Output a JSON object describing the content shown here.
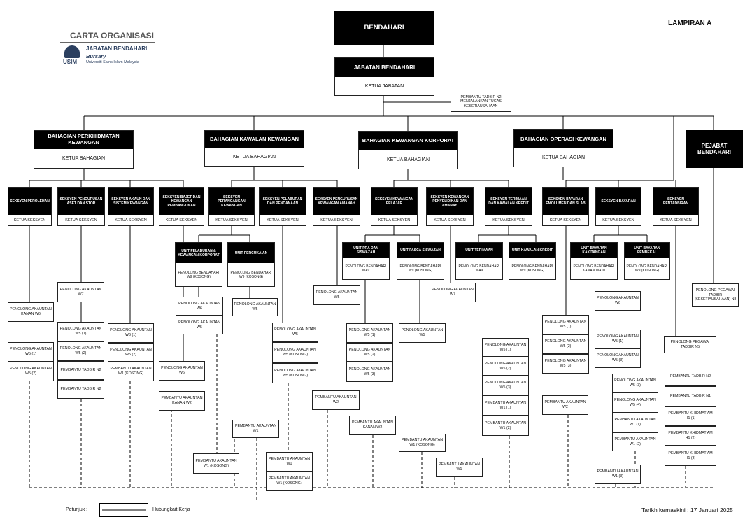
{
  "title": "CARTA ORGANISASI",
  "logo": {
    "mark": "USIM",
    "dept": "JABATAN BENDAHARI",
    "sub": "Bursary",
    "uni": "Universiti Sains Islam Malaysia"
  },
  "lampiran": "LAMPIRAN A",
  "bendahari": "BENDAHARI",
  "jabatan": {
    "title": "JABATAN BENDAHARI",
    "sub": "KETUA JABATAN"
  },
  "tadbir_n2": "PEMBANTU TADBIR N2 MENJALANKAN TUGAS KESETIAUSAHAAN",
  "bahagian": [
    {
      "title": "BAHAGIAN PERKHIDMATAN KEWANGAN",
      "sub": "KETUA BAHAGIAN"
    },
    {
      "title": "BAHAGIAN KAWALAN KEWANGAN",
      "sub": "KETUA BAHAGIAN"
    },
    {
      "title": "BAHAGIAN KEWANGAN KORPORAT",
      "sub": "KETUA BAHAGIAN"
    },
    {
      "title": "BAHAGIAN OPERASI KEWANGAN",
      "sub": "KETUA BAHAGIAN"
    }
  ],
  "pejabat": "PEJABAT BENDAHARI",
  "seksyen": [
    {
      "title": "SEKSYEN PEROLEHAN",
      "sub": "KETUA SEKSYEN"
    },
    {
      "title": "SEKSYEN PENGURUSAN ASET DAN STOR",
      "sub": "KETUA SEKSYEN"
    },
    {
      "title": "SEKSYEN AKAUN DAN SISTEM KEWANGAN",
      "sub": "KETUA SEKSYEN"
    },
    {
      "title": "SEKSYEN BAJET DAN KEWANGAN PEMBANGUNAN",
      "sub": "KETUA SEKSYEN"
    },
    {
      "title": "SEKSYEN PERANCANGAN KEWANGAN",
      "sub": "KETUA SEKSYEN"
    },
    {
      "title": "SEKSYEN PELABURAN DAN PENDANAAN",
      "sub": "KETUA SEKSYEN"
    },
    {
      "title": "SEKSYEN PENGURUSAN KEWANGAN AMANAH",
      "sub": "KETUA SEKSYEN"
    },
    {
      "title": "SEKSYEN KEWANGAN PELAJAR",
      "sub": "KETUA SEKSYEN"
    },
    {
      "title": "SEKSYEN KEWANGAN PENYELIDIKAN DAN AMANAH",
      "sub": "KETUA SEKSYEN"
    },
    {
      "title": "SEKSYEN TERIMAAN DAN KAWALAN KREDIT",
      "sub": "KETUA SEKSYEN"
    },
    {
      "title": "SEKSYEN BAYARAN EMOLUMEN DAN SLAB",
      "sub": "KETUA SEKSYEN"
    },
    {
      "title": "SEKSYEN BAYARAN",
      "sub": "KETUA SEKSYEN"
    },
    {
      "title": "SEKSYEN PENTADBIRAN",
      "sub": "KETUA SEKSYEN"
    }
  ],
  "units": [
    {
      "title": "UNIT PELABURAN & KEWANGAN KORPORAT",
      "sub": "PENOLONG BENDAHARI W9 (KOSONG)"
    },
    {
      "title": "UNIT PERCUKAIAN",
      "sub": "PENOLONG BENDAHARI W9 (KOSONG)"
    },
    {
      "title": "UNIT PRA DAN SISWAZAH",
      "sub": "PENOLONG BENDAHARI WA9"
    },
    {
      "title": "UNIT PASCA SISWAZAH",
      "sub": "PENOLONG BENDAHARI W9 (KOSONG)"
    },
    {
      "title": "UNIT TERIMAAN",
      "sub": "PENOLONG BENDAHARI WA9"
    },
    {
      "title": "UNIT KAWALAN KREDIT",
      "sub": "PENOLONG BENDAHARI W9 (KOSONG)"
    },
    {
      "title": "UNIT BAYARAN KAKITANGAN",
      "sub": "PENOLONG BENDAHARI KANAN WA10"
    },
    {
      "title": "UNIT BAYARAN PEMBEKAL",
      "sub": "PENOLONG BENDAHARI W9 (KOSONG)"
    }
  ],
  "staff": [
    "PENOLONG AKAUNTAN KANAN W6",
    "PENOLONG AKAUNTAN W5 (1)",
    "PENOLONG AKAUNTAN W5 (2)",
    "PENOLONG AKAUNTAN W7",
    "PENOLONG AKAUNTAN W5 (1)",
    "PENOLONG AKAUNTAN W5 (2)",
    "PEMBANTU TADBIR N2",
    "PEMBANTU TADBIR N2",
    "PENOLONG AKAUNTAN W6 (1)",
    "PENOLONG AKAUNTAN W5 (2)",
    "PEMBANTU AKAUNTAN W1 (KOSONG)",
    "PENOLONG AKAUNTAN W6",
    "PEMBANTU AKAUNTAN KANAN W2",
    "PENOLONG AKAUNTAN W6",
    "PENOLONG AKAUNTAN W5",
    "PEMBANTU AKAUNTAN W1 (KOSONG)",
    "PENOLONG AKAUNTAN W5",
    "PEMBANTU AKAUNTAN W1",
    "PENOLONG AKAUNTAN W5",
    "PENOLONG AKAUNTAN W5 (KOSONG)",
    "PENOLONG AKAUNTAN W5 (KOSONG)",
    "PEMBANTU AKAUNTAN W1",
    "PEMBANTU AKAUNTAN W1 (KOSONG)",
    "PENOLONG AKAUNTAN W5",
    "PEMBANTU AKAUNTAN W2",
    "PENOLONG AKAUNTAN W5 (1)",
    "PENOLONG AKAUNTAN W5 (2)",
    "PENOLONG AKAUNTAN W5 (3)",
    "PEMBANTU AKAUNTAN KANAN W2",
    "PENOLONG AKAUNTAN W5",
    "PEMBANTU AKAUNTAN W1 (KOSONG)",
    "PENOLONG AKAUNTAN W7",
    "PEMBANTU AKAUNTAN W1",
    "PENOLONG AKAUNTAN W5 (1)",
    "PENOLONG AKAUNTAN W5 (2)",
    "PENOLONG AKAUNTAN W5 (3)",
    "PEMBANTU AKAUNTAN W1 (1)",
    "PEMBANTU AKAUNTAN W1 (2)",
    "PENOLONG AKAUNTAN W5 (1)",
    "PENOLONG AKAUNTAN W5 (2)",
    "PENOLONG AKAUNTAN W5 (3)",
    "PEMBANTU AKAUNTAN W2",
    "PENOLONG AKAUNTAN W6",
    "PENOLONG AKAUNTAN W5 (1)",
    "PENOLONG AKAUNTAN W5 (3)",
    "PEMBANTU AKAUNTAN W1 (3)",
    "PENOLONG AKAUNTAN W5 (3)",
    "PENOLONG AKAUNTAN W5 (4)",
    "PEMBANTU AKAUNTAN W1 (1)",
    "PEMBANTU AKAUNTAN W1 (2)",
    "PENOLONG PEGAWAI TADBIR (KESETIAUSAHAAN) N8",
    "PENOLONG PEGAWAI TADBIR N5",
    "PEMBANTU TADBIR N2",
    "PEMBANTU TADBIR N1",
    "PEMBANTU KHIDMAT AM H1 (1)",
    "PEMBANTU KHIDMAT AM H1 (2)",
    "PEMBANTU KHIDMAT AM H1 (3)"
  ],
  "legend": {
    "label": "Petunjuk :",
    "text": "Hubungkait Kerja"
  },
  "updated": "Tarikh kemaskini : 17 Januari 2025"
}
